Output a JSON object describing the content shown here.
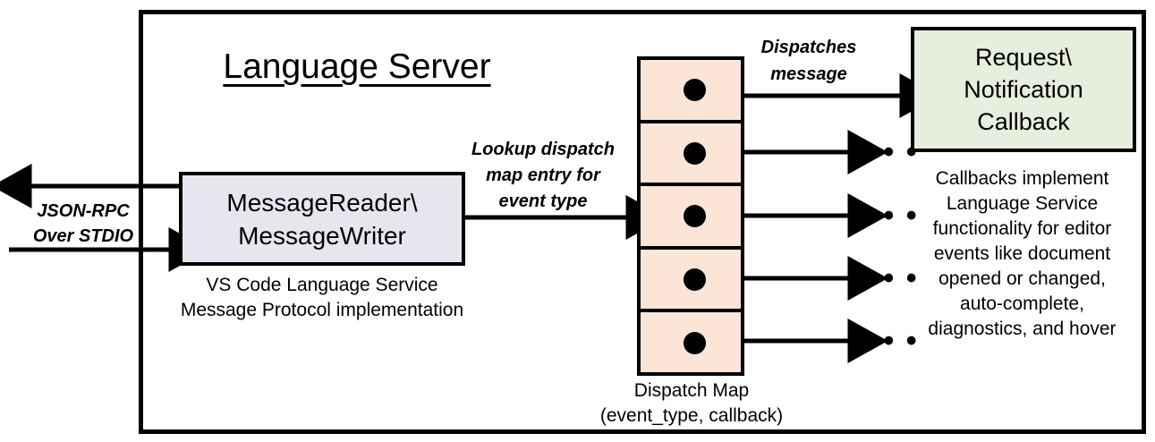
{
  "diagram": {
    "title": "Language Server",
    "frame_color": "#000000"
  },
  "external_io": {
    "label_line1": "JSON-RPC",
    "label_line2": "Over STDIO",
    "outbound_arrow": "arrow-left-out",
    "inbound_arrow": "arrow-right-in"
  },
  "message_io": {
    "box_line1": "MessageReader\\",
    "box_line2": "MessageWriter",
    "box_color": "#E9E5EE",
    "caption_line1": "VS Code Language Service",
    "caption_line2": "Message Protocol implementation"
  },
  "lookup": {
    "line1": "Lookup dispatch",
    "line2": "map entry for",
    "line3": "event type"
  },
  "dispatch": {
    "line1": "Dispatches",
    "line2": "message"
  },
  "dispatch_map": {
    "color": "#FBE5D6",
    "rows": [
      {
        "dot": "callback-dot",
        "outlet": "dispatches-message"
      },
      {
        "dot": "callback-dot",
        "outlet": "ellipsis"
      },
      {
        "dot": "callback-dot",
        "outlet": "ellipsis"
      },
      {
        "dot": "callback-dot",
        "outlet": "ellipsis"
      },
      {
        "dot": "callback-dot",
        "outlet": "ellipsis"
      }
    ],
    "caption_line1": "Dispatch Map",
    "caption_line2": "(event_type, callback)"
  },
  "callback": {
    "box_line1": "Request\\",
    "box_line2": "Notification",
    "box_line3": "Callback",
    "box_color": "#E8EEDD",
    "caption_line1": "Callbacks implement",
    "caption_line2": "Language Service",
    "caption_line3": "functionality for editor",
    "caption_line4": "events like document",
    "caption_line5": "opened or changed,",
    "caption_line6": "auto-complete,",
    "caption_line7": "diagnostics, and hover"
  },
  "ellipsis_glyph": "• • •"
}
